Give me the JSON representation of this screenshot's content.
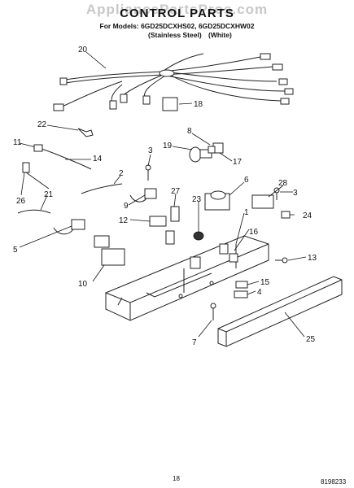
{
  "watermark": "AppliancePartsPros.com",
  "header": {
    "title": "CONTROL PARTS",
    "models_line": "For Models: 6GD25DCXHS02, 6GD25DCXHW02",
    "variant_stainless": "(Stainless Steel)",
    "variant_white": "(White)"
  },
  "footer": {
    "page_number": "18",
    "doc_number": "8198233"
  },
  "callouts": [
    "20",
    "18",
    "22",
    "11",
    "14",
    "3",
    "19",
    "8",
    "17",
    "2",
    "26",
    "21",
    "27",
    "9",
    "6",
    "28",
    "3",
    "23",
    "24",
    "12",
    "1",
    "16",
    "5",
    "10",
    "13",
    "15",
    "4",
    "7",
    "25"
  ]
}
